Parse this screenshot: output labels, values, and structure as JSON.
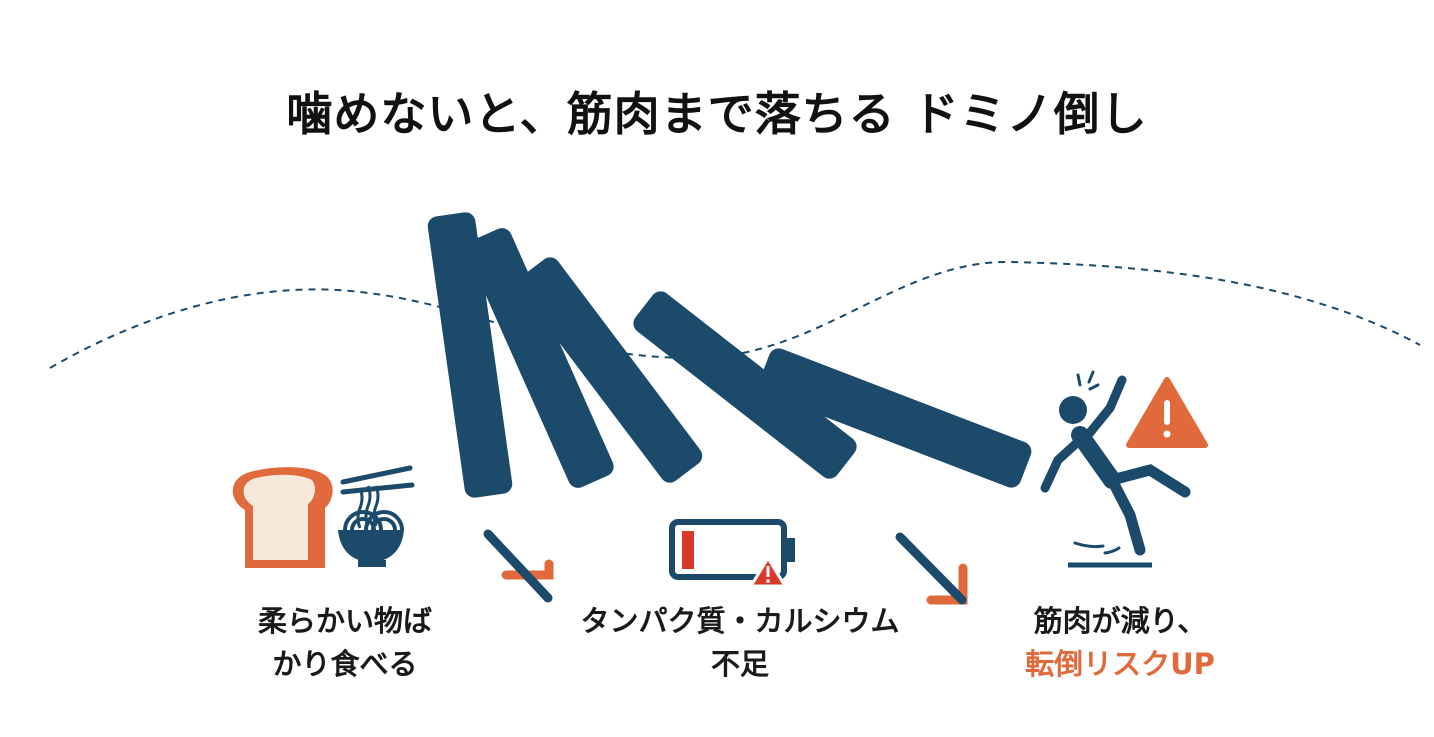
{
  "title": "噛めないと、筋肉まで落ちる ドミノ倒し",
  "steps": [
    {
      "line1": "柔らかい物ば",
      "line2": "かり食べる",
      "icons": [
        "bread-icon",
        "noodle-bowl-icon"
      ]
    },
    {
      "line1": "タンパク質・カルシウム",
      "line2": "不足",
      "icons": [
        "low-battery-icon",
        "warning-icon"
      ]
    },
    {
      "line1": "筋肉が減り、",
      "line2": "転倒リスクUP",
      "icons": [
        "falling-person-icon",
        "warning-icon"
      ]
    }
  ],
  "colors": {
    "navy": "#1b4a6b",
    "orange": "#e06a3b",
    "red": "#d8392b"
  },
  "domino_count": 5
}
